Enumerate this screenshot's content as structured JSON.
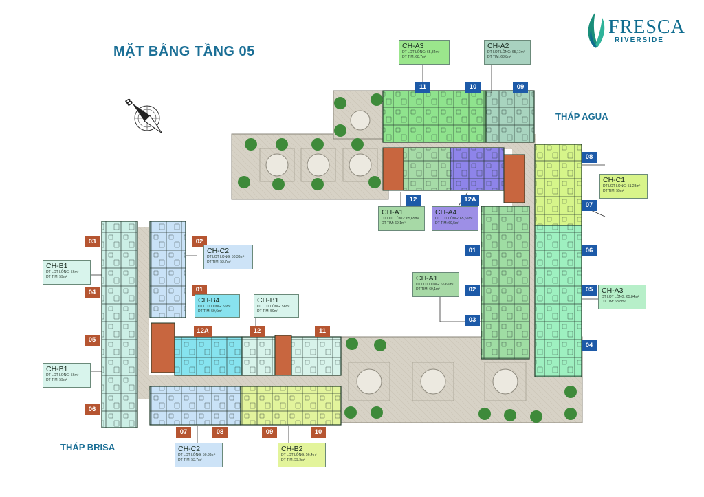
{
  "header": {
    "title": "MẶT BẰNG TẦNG 05"
  },
  "logo": {
    "name": "FRESCA",
    "sub": "RIVERSIDE"
  },
  "towers": {
    "agua": "THÁP AGUA",
    "brisa": "THÁP BRISA"
  },
  "compass": {
    "label": "B"
  },
  "apartment_numbers": [
    {
      "label": "11"
    },
    {
      "label": "10"
    },
    {
      "label": "09"
    },
    {
      "label": "12"
    },
    {
      "label": "12A"
    },
    {
      "label": "08"
    },
    {
      "label": "07"
    },
    {
      "label": "01"
    },
    {
      "label": "02"
    },
    {
      "label": "03"
    },
    {
      "label": "06"
    },
    {
      "label": "05"
    },
    {
      "label": "04"
    },
    {
      "label": "03"
    },
    {
      "label": "04"
    },
    {
      "label": "05"
    },
    {
      "label": "06"
    },
    {
      "label": "02"
    },
    {
      "label": "01"
    },
    {
      "label": "12A"
    },
    {
      "label": "12"
    },
    {
      "label": "11"
    },
    {
      "label": "07"
    },
    {
      "label": "08"
    },
    {
      "label": "09"
    },
    {
      "label": "10"
    }
  ],
  "units": [
    {
      "name": "CH-A3",
      "lot": "DT LOT LÒNG: 65,84m²",
      "tim": "DT TIM: 68,7m²",
      "color": "#9be68c"
    },
    {
      "name": "CH-A2",
      "lot": "DT LOT LÒNG: 65,17m²",
      "tim": "DT TIM: 68,8m²",
      "color": "#a9d2c0"
    },
    {
      "name": "CH-C1",
      "lot": "DT LOT LÒNG: 51,28m²",
      "tim": "DT TIM: 55m²",
      "color": "#d8f48a"
    },
    {
      "name": "CH-A1",
      "lot": "DT LOT LÒNG: 65,65m²",
      "tim": "DT TIM: 69,1m²",
      "color": "#a7d9a6"
    },
    {
      "name": "CH-A4",
      "lot": "DT LOT LÒNG: 65,65m²",
      "tim": "DT TIM: 69,5m²",
      "color": "#9d8fe6"
    },
    {
      "name": "CH-A1",
      "lot": "DT LOT LÒNG: 65,65m²",
      "tim": "DT TIM: 69,1m²",
      "color": "#a7d9a6"
    },
    {
      "name": "CH-A3",
      "lot": "DT LOT LÒNG: 65,84m²",
      "tim": "DT TIM: 68,8m²",
      "color": "#b7efc9"
    },
    {
      "name": "CH-B1",
      "lot": "DT LOT LÒNG: 56m²",
      "tim": "DT TIM: 59m²",
      "color": "#d8f4ec"
    },
    {
      "name": "CH-B1",
      "lot": "DT LOT LÒNG: 56m²",
      "tim": "DT TIM: 59m²",
      "color": "#d8f4ec"
    },
    {
      "name": "CH-C2",
      "lot": "DT LOT LÒNG: 50,38m²",
      "tim": "DT TIM: 53,7m²",
      "color": "#cde3f7"
    },
    {
      "name": "CH-B4",
      "lot": "DT LOT LÒNG: 56m²",
      "tim": "DT TIM: 59,6m²",
      "color": "#88e2ee"
    },
    {
      "name": "CH-B1",
      "lot": "DT LOT LÒNG: 56m²",
      "tim": "DT TIM: 59m²",
      "color": "#d8f4ec"
    },
    {
      "name": "CH-C2",
      "lot": "DT LOT LÒNG: 50,38m²",
      "tim": "DT TIM: 53,7m²",
      "color": "#cde3f7"
    },
    {
      "name": "CH-B2",
      "lot": "DT LOT LÒNG: 56,4m²",
      "tim": "DT TIM: 59,9m²",
      "color": "#e3f49b"
    }
  ]
}
